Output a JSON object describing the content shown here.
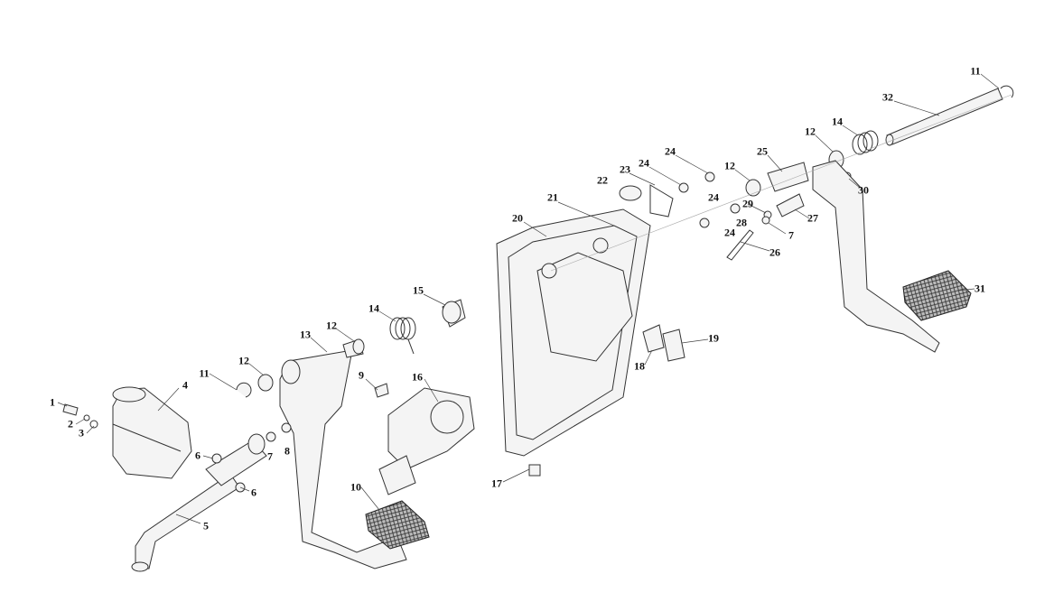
{
  "diagram": {
    "type": "exploded parts diagram",
    "callouts": [
      {
        "number": "1"
      },
      {
        "number": "2"
      },
      {
        "number": "3"
      },
      {
        "number": "4"
      },
      {
        "number": "5"
      },
      {
        "number": "6"
      },
      {
        "number": "6"
      },
      {
        "number": "7"
      },
      {
        "number": "8"
      },
      {
        "number": "9"
      },
      {
        "number": "10"
      },
      {
        "number": "11"
      },
      {
        "number": "12"
      },
      {
        "number": "13"
      },
      {
        "number": "12"
      },
      {
        "number": "14"
      },
      {
        "number": "15"
      },
      {
        "number": "16"
      },
      {
        "number": "17"
      },
      {
        "number": "18"
      },
      {
        "number": "19"
      },
      {
        "number": "20"
      },
      {
        "number": "21"
      },
      {
        "number": "22"
      },
      {
        "number": "23"
      },
      {
        "number": "24"
      },
      {
        "number": "24"
      },
      {
        "number": "25"
      },
      {
        "number": "12"
      },
      {
        "number": "12"
      },
      {
        "number": "14"
      },
      {
        "number": "11"
      },
      {
        "number": "32"
      },
      {
        "number": "24"
      },
      {
        "number": "29"
      },
      {
        "number": "28"
      },
      {
        "number": "24"
      },
      {
        "number": "7"
      },
      {
        "number": "26"
      },
      {
        "number": "27"
      },
      {
        "number": "30"
      },
      {
        "number": "31"
      }
    ]
  }
}
